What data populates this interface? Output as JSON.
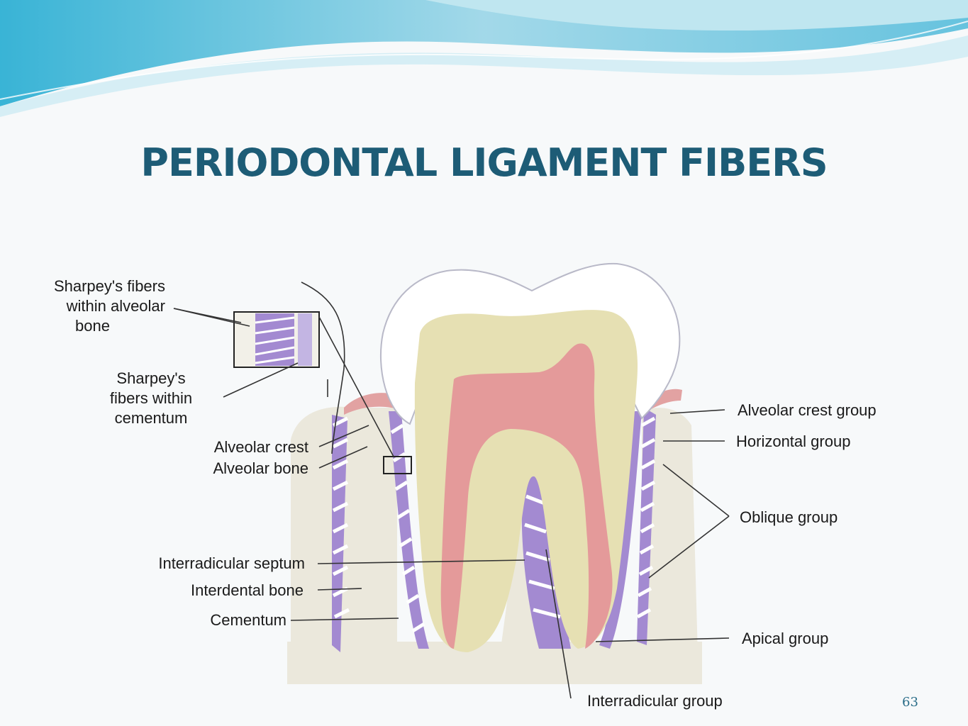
{
  "slide": {
    "title": "PERIODONTAL LIGAMENT FIBERS",
    "page_number": "63"
  },
  "colors": {
    "title": "#1d5c76",
    "wave_light": "#bfe6f0",
    "wave_mid": "#78c3dc",
    "enamel": "#ffffff",
    "dentin": "#e6e0b3",
    "pulp": "#e49a9a",
    "ligament": "#a38ad1",
    "bone": "#ebe8dc",
    "gingiva": "#e2a2a2"
  },
  "labels": {
    "sharpey_alveolar": [
      "Sharpey's fibers",
      "within alveolar",
      "bone"
    ],
    "sharpey_cementum": [
      "Sharpey's",
      "fibers within",
      "cementum"
    ],
    "alveolar_crest": "Alveolar crest",
    "alveolar_bone": "Alveolar bone",
    "interradicular_septum": "Interradicular septum",
    "interdental_bone": "Interdental bone",
    "cementum": "Cementum",
    "alveolar_crest_group": "Alveolar crest group",
    "horizontal_group": "Horizontal group",
    "oblique_group": "Oblique group",
    "apical_group": "Apical group",
    "interradicular_group": "Interradicular group"
  }
}
